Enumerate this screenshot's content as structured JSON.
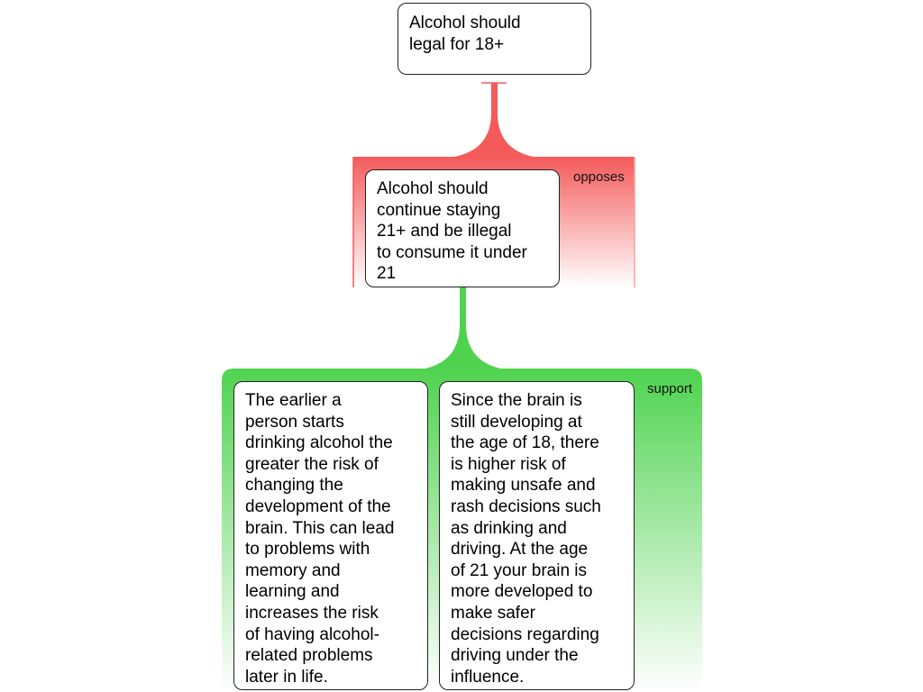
{
  "colors": {
    "oppose": "#f45a5a",
    "support": "#4fd34f",
    "border": "#222222"
  },
  "diagram": {
    "root_claim": "Alcohol should\nlegal for 18+",
    "oppose_group": {
      "label": "opposes",
      "claim": "Alcohol should\ncontinue staying\n21+ and be illegal\nto consume it under\n21"
    },
    "support_group": {
      "label": "support",
      "reasons": [
        "The earlier a\nperson starts\ndrinking alcohol the\ngreater the risk of\nchanging the\ndevelopment of the\nbrain. This can lead\nto problems with\nmemory and\nlearning and\nincreases the risk\nof having alcohol-\nrelated problems\nlater in life.",
        "Since the brain is\nstill developing at\nthe age of 18, there\nis higher risk of\nmaking unsafe  and\nrash decisions such\nas drinking and\ndriving. At the age\nof 21 your brain is\nmore developed to\nmake safer\ndecisions regarding\ndriving under the\ninfluence."
      ]
    }
  }
}
